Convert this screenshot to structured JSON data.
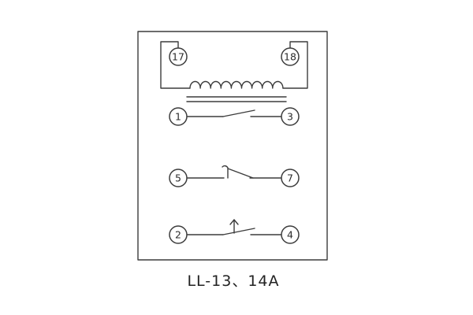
{
  "caption": "LL-13、14A",
  "terminals": {
    "t17": "17",
    "t18": "18",
    "t1": "1",
    "t3": "3",
    "t5": "5",
    "t7": "7",
    "t2": "2",
    "t4": "4"
  },
  "colors": {
    "line": "#3c3c3c",
    "text": "#2b2b2b",
    "background": "#ffffff"
  },
  "diagram": {
    "type": "relay-internal-connection-diagram",
    "elements": [
      {
        "name": "coil",
        "between": [
          "17",
          "18"
        ]
      },
      {
        "name": "normally-open-contact",
        "between": [
          "1",
          "3"
        ]
      },
      {
        "name": "normally-open-contact-with-latch",
        "between": [
          "5",
          "7"
        ]
      },
      {
        "name": "normally-open-contact-with-actuator",
        "between": [
          "2",
          "4"
        ]
      }
    ]
  }
}
